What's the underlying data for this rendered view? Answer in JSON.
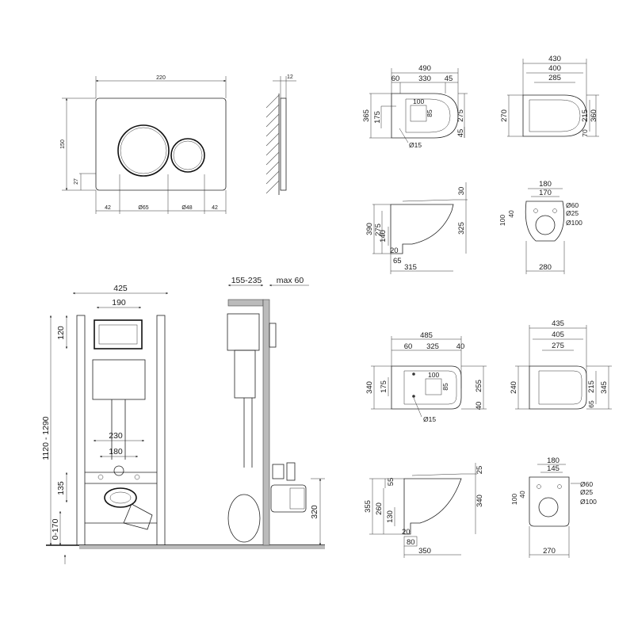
{
  "flush_plate": {
    "width": "220",
    "height": "150",
    "depth": "12",
    "offset_bottom": "27",
    "margin_left": "42",
    "big_button": "Ø65",
    "small_button": "Ø48",
    "margin_right": "42"
  },
  "round_bowl_top": {
    "total": "490",
    "d60": "60",
    "d330": "330",
    "d45": "45",
    "d365": "365",
    "d175": "175",
    "d100": "100",
    "d85": "85",
    "d275": "275",
    "d45b": "45",
    "hole": "Ø15"
  },
  "round_seat_top": {
    "d430": "430",
    "d400": "400",
    "d285": "285",
    "d270": "270",
    "d215": "215",
    "d360": "360",
    "d70": "70"
  },
  "round_bowl_side": {
    "d30": "30",
    "d390": "390",
    "d275": "275",
    "d140": "140",
    "d325": "325",
    "d20": "20",
    "d65": "65",
    "d315": "315"
  },
  "round_bowl_back": {
    "d180": "180",
    "d170": "170",
    "d100": "100",
    "d40": "40",
    "d60": "Ø60",
    "d25": "Ø25",
    "d100b": "Ø100",
    "d280": "280"
  },
  "frame_front": {
    "d425": "425",
    "d190": "190",
    "d120": "120",
    "d1120": "1120 - 1290",
    "d230": "230",
    "d180": "180",
    "d135": "135",
    "d0170": "0-170"
  },
  "frame_side": {
    "d155": "155-235",
    "dmax": "max 60",
    "d320": "320"
  },
  "square_bowl_top": {
    "d485": "485",
    "d60": "60",
    "d325": "325",
    "d40": "40",
    "d340": "340",
    "d175": "175",
    "d100": "100",
    "d85": "85",
    "d255": "255",
    "d40b": "40",
    "hole": "Ø15"
  },
  "square_seat_top": {
    "d435": "435",
    "d405": "405",
    "d275": "275",
    "d240": "240",
    "d215": "215",
    "d345": "345",
    "d65": "65"
  },
  "square_bowl_side": {
    "d25": "25",
    "d355": "355",
    "d55": "55",
    "d260": "260",
    "d130": "130",
    "d340": "340",
    "d20": "20",
    "d80": "80",
    "d350": "350"
  },
  "square_bowl_back": {
    "d180": "180",
    "d145": "145",
    "d100": "100",
    "d40": "40",
    "d60": "Ø60",
    "d25": "Ø25",
    "d100b": "Ø100",
    "d270": "270"
  }
}
